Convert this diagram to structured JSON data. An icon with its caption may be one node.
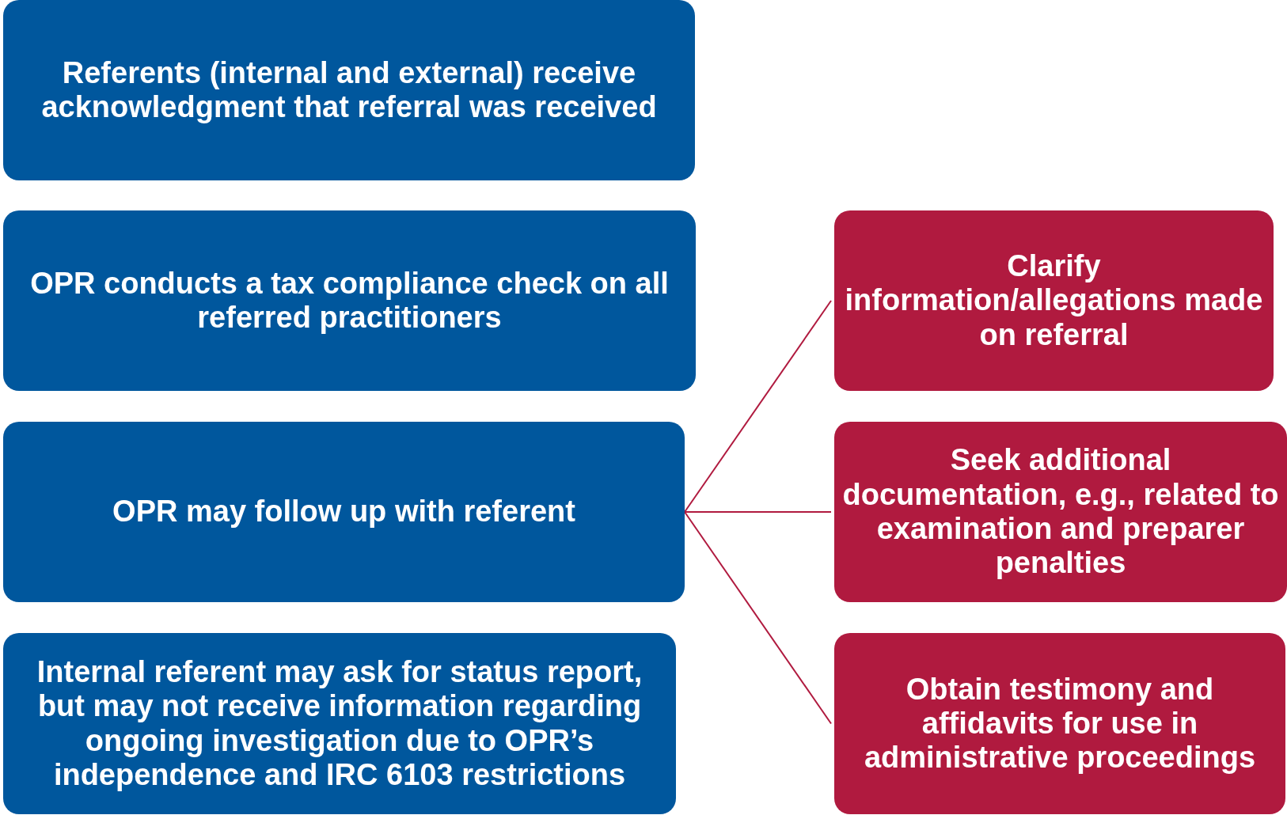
{
  "diagram": {
    "nodes": [
      {
        "text": [
          "Referents (internal and external) receive acknowledgment that referral was received"
        ]
      },
      {
        "text": [
          "OPR conducts a tax compliance check on all referred practitioners"
        ]
      },
      {
        "text": [
          "OPR may follow up with referent"
        ]
      },
      {
        "text": [
          "Internal referent may ask for status report, but may not receive information regarding ongoing investigation due to OPR’s independence and IRC 6103 restrictions"
        ]
      },
      {
        "text": [
          "Clarify information/allegations made on referral"
        ]
      },
      {
        "text": [
          "Seek additional documentation, e.g., related to examination and preparer penalties"
        ]
      },
      {
        "text": [
          "Obtain testimony and affidavits for use in administrative proceedings"
        ]
      }
    ],
    "edges": [
      {
        "from": 2,
        "to": 4,
        "arrow": "none"
      },
      {
        "from": 2,
        "to": 5,
        "arrow": "none"
      },
      {
        "from": 2,
        "to": 6,
        "arrow": "none"
      }
    ]
  }
}
